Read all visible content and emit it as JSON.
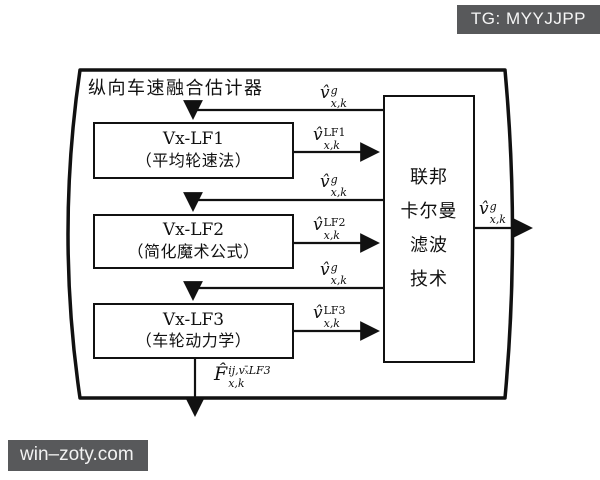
{
  "badge": {
    "text": "TG: MYYJJPP"
  },
  "watermark": {
    "text": "win–zoty.com"
  },
  "colors": {
    "badge_bg": "#58595b",
    "line": "#111111",
    "background": "#ffffff"
  },
  "diagram": {
    "title": "纵向车速融合估计器",
    "boxes": [
      {
        "line1": "Vx-LF1",
        "line2": "（平均轮速法）"
      },
      {
        "line1": "Vx-LF2",
        "line2": "（简化魔术公式）"
      },
      {
        "line1": "Vx-LF3",
        "line2": "（车轮动力学）"
      }
    ],
    "kalman_box": {
      "lines": [
        "联邦",
        "卡尔曼",
        "滤波",
        "技术"
      ]
    },
    "labels": {
      "g1": {
        "base": "v̂",
        "sup": "g",
        "sub": "x,k"
      },
      "lf1": {
        "base": "v̂",
        "sup": "LF1",
        "sub": "x,k"
      },
      "g2": {
        "base": "v̂",
        "sup": "g",
        "sub": "x,k"
      },
      "lf2": {
        "base": "v̂",
        "sup": "LF2",
        "sub": "x,k"
      },
      "g3": {
        "base": "v̂",
        "sup": "g",
        "sub": "x,k"
      },
      "lf3": {
        "base": "v̂",
        "sup": "LF3",
        "sub": "x,k"
      },
      "g_out": {
        "base": "v̂",
        "sup": "g",
        "sub": "x,k"
      },
      "force_out": {
        "base": "F̂",
        "sup": "ij,vₓ̄LF3",
        "sub": "x,k"
      }
    }
  }
}
